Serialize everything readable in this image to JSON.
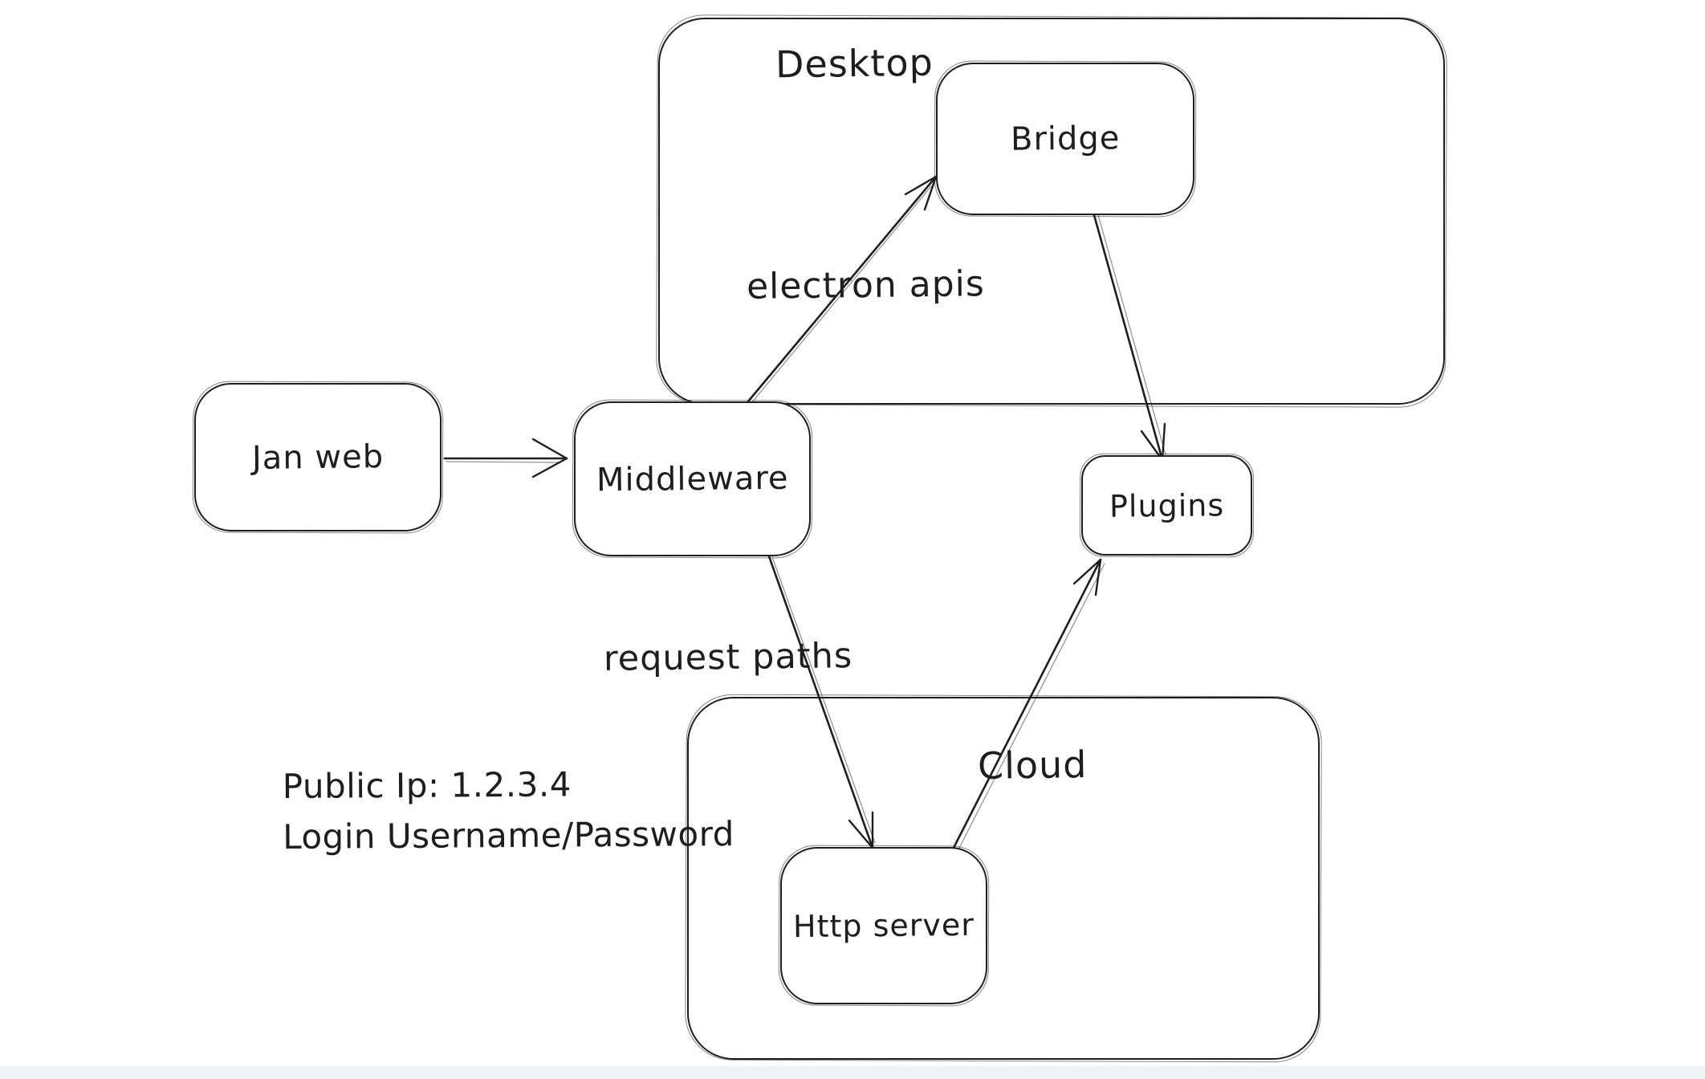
{
  "diagram": {
    "containers": [
      {
        "id": "desktop",
        "label": "Desktop"
      },
      {
        "id": "cloud",
        "label": "Cloud"
      }
    ],
    "nodes": [
      {
        "id": "jan-web",
        "label": "Jan web"
      },
      {
        "id": "middleware",
        "label": "Middleware"
      },
      {
        "id": "bridge",
        "label": "Bridge"
      },
      {
        "id": "plugins",
        "label": "Plugins"
      },
      {
        "id": "http-server",
        "label": "Http server"
      }
    ],
    "edge_labels": [
      {
        "id": "electron-apis",
        "text": "electron apis"
      },
      {
        "id": "request-paths",
        "text": "request paths"
      }
    ],
    "annotations": [
      {
        "id": "public-ip",
        "text": "Public Ip: 1.2.3.4"
      },
      {
        "id": "login",
        "text": "Login Username/Password"
      }
    ],
    "edges": [
      {
        "from": "jan-web",
        "to": "middleware",
        "label": ""
      },
      {
        "from": "middleware",
        "to": "bridge",
        "label": "electron apis"
      },
      {
        "from": "bridge",
        "to": "plugins",
        "label": ""
      },
      {
        "from": "middleware",
        "to": "http-server",
        "label": "request paths"
      },
      {
        "from": "http-server",
        "to": "plugins",
        "label": ""
      }
    ],
    "colors": {
      "stroke": "#1e1e1e",
      "background": "#ffffff",
      "bottom_strip": "#eff0f2"
    }
  }
}
